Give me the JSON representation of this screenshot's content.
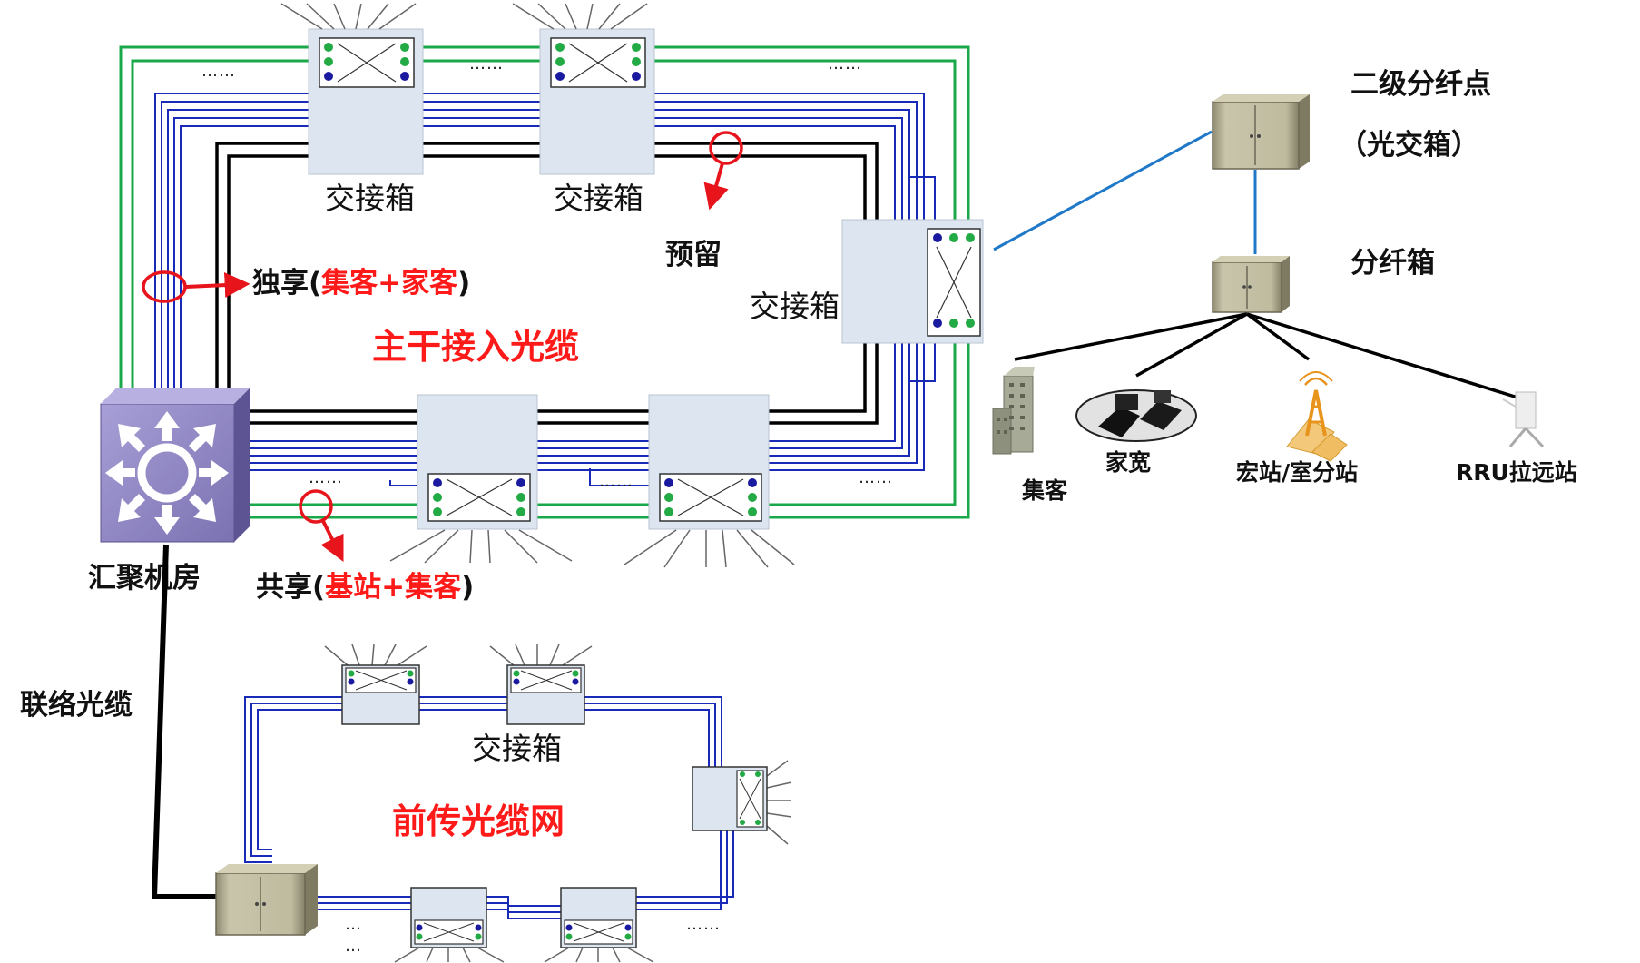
{
  "colors": {
    "green": "#1aa84a",
    "blue": "#1a2ab8",
    "black": "#000000",
    "red": "#e8141c",
    "cyan_link": "#1f78c8",
    "hub": "#8b82c0",
    "cabinet": "#b7b39a",
    "box_fill": "#dde6f0"
  },
  "labels": {
    "cross_box": "交接箱",
    "reserve": "预留",
    "exclusive_prefix": "独享(",
    "exclusive_red": "集客+家客",
    "exclusive_suffix": ")",
    "shared_prefix": "共享(",
    "shared_red": "基站+集客",
    "shared_suffix": ")",
    "trunk_title": "主干接入光缆",
    "hub_room": "汇聚机房",
    "link_cable": "联络光缆",
    "fronthaul_title": "前传光缆网",
    "secondary_point": "二级分纤点",
    "secondary_sub": "（光交箱）",
    "splitter_box": "分纤箱",
    "ellipsis_long": "……",
    "ellipsis_short": "…"
  },
  "endpoints": [
    {
      "id": "enterprise",
      "label": "集客",
      "icon": "building-icon"
    },
    {
      "id": "home",
      "label": "家宽",
      "icon": "home-broadband-icon"
    },
    {
      "id": "macro",
      "label": "宏站/室分站",
      "icon": "cell-tower-icon"
    },
    {
      "id": "rru",
      "label": "RRU拉远站",
      "icon": "rru-icon"
    }
  ]
}
